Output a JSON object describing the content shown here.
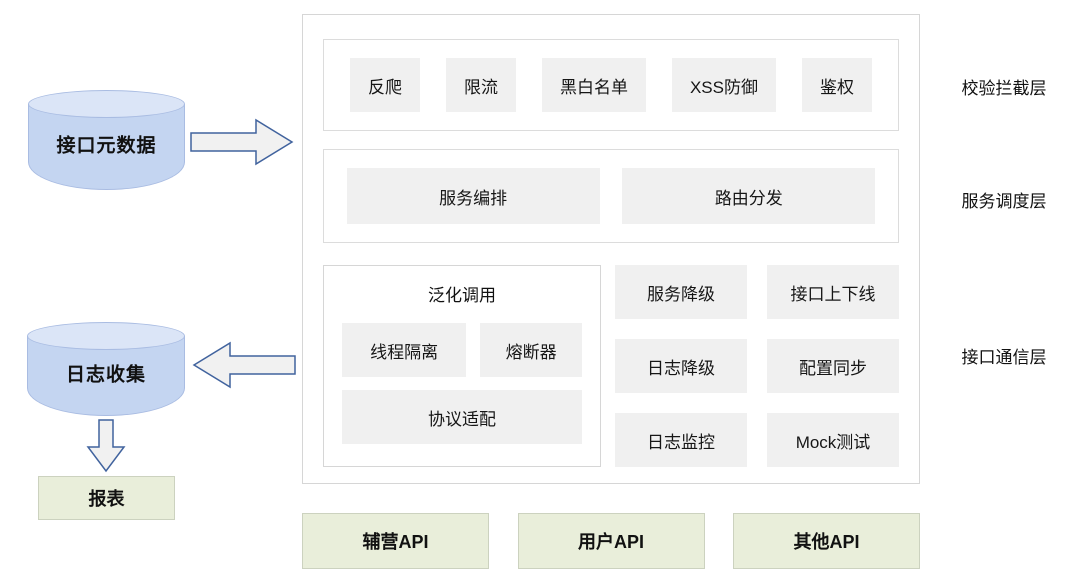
{
  "left": {
    "meta_db": "接口元数据",
    "log_db": "日志收集",
    "report": "报表"
  },
  "layers": {
    "validation": {
      "label": "校验拦截层",
      "items": [
        "反爬",
        "限流",
        "黑白名单",
        "XSS防御",
        "鉴权"
      ]
    },
    "scheduling": {
      "label": "服务调度层",
      "items": [
        "服务编排",
        "路由分发"
      ]
    },
    "communication": {
      "label": "接口通信层",
      "generic_group": {
        "title": "泛化调用",
        "row_items": [
          "线程隔离",
          "熔断器"
        ],
        "wide_item": "协议适配"
      },
      "grid": [
        "服务降级",
        "接口上下线",
        "日志降级",
        "配置同步",
        "日志监控",
        "Mock测试"
      ]
    }
  },
  "bottom_apis": [
    "辅营API",
    "用户API",
    "其他API"
  ],
  "colors": {
    "db_fill": "#c4d5f1",
    "db_top": "#dbe5f7",
    "db_stroke": "#a9bce2",
    "chip_fill": "#f0f0f0",
    "green_fill": "#e9eeda",
    "green_border": "#ccd2bf",
    "arrow_fill": "#f1f1f1",
    "arrow_stroke": "#41639e",
    "box_border": "#d6d6d6"
  }
}
